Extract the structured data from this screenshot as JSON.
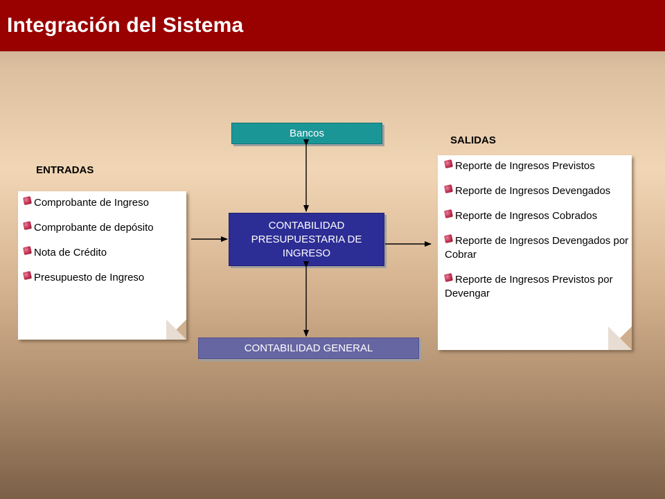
{
  "header": {
    "title": "Integración del Sistema"
  },
  "labels": {
    "entradas": "ENTRADAS",
    "salidas": "SALIDAS"
  },
  "boxes": {
    "bancos": "Bancos",
    "main": "CONTABILIDAD PRESUPUESTARIA DE INGRESO",
    "general": "CONTABILIDAD GENERAL"
  },
  "entradas_items": [
    "Comprobante de Ingreso",
    "Comprobante de depósito",
    "Nota de Crédito",
    "Presupuesto de Ingreso"
  ],
  "salidas_items": [
    "Reporte de Ingresos Previstos",
    "Reporte de Ingresos Devengados",
    "Reporte de Ingresos Cobrados",
    "Reporte de Ingresos Devengados por Cobrar",
    "Reporte de Ingresos Previstos por Devengar"
  ],
  "colors": {
    "title_bar": "#990000",
    "bancos_box": "#1b9696",
    "main_box": "#2d2d96",
    "general_box": "#6666a3"
  }
}
